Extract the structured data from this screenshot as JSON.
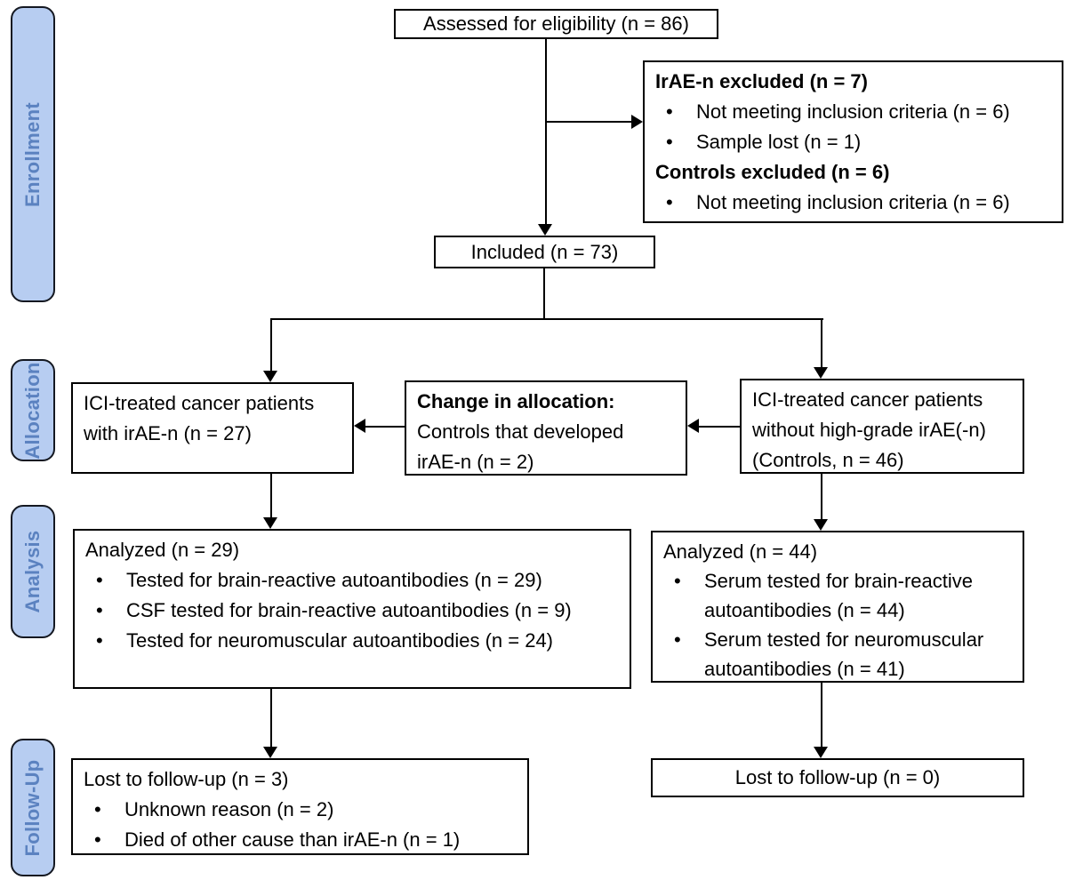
{
  "colors": {
    "background": "#ffffff",
    "sidebar_fill": "#b7cdf1",
    "sidebar_border": "#141821",
    "sidebar_text": "#5b82c0",
    "box_border": "#000000",
    "line": "#000000"
  },
  "sidebar": {
    "labels": {
      "enrollment": "Enrollment",
      "allocation": "Allocation",
      "analysis": "Analysis",
      "followup": "Follow-Up"
    }
  },
  "boxes": {
    "assessed": {
      "text": "Assessed for eligibility (n = 86)"
    },
    "excluded": {
      "lines": [
        {
          "style": "bold",
          "text": "IrAE-n excluded (n = 7)"
        },
        {
          "style": "bullet",
          "text": "Not meeting inclusion criteria (n = 6)"
        },
        {
          "style": "bullet",
          "text": "Sample lost (n = 1)"
        },
        {
          "style": "bold",
          "text": "Controls excluded (n = 6)"
        },
        {
          "style": "bullet",
          "text": "Not meeting inclusion criteria (n = 6)"
        }
      ]
    },
    "included": {
      "text": "Included (n = 73)"
    },
    "alloc_left": {
      "lines": [
        "ICI-treated cancer patients",
        "with irAE-n (n = 27)"
      ]
    },
    "alloc_mid": {
      "title": "Change in allocation:",
      "lines": [
        "Controls that developed",
        "irAE-n (n = 2)"
      ]
    },
    "alloc_right": {
      "lines": [
        "ICI-treated cancer patients",
        "without high-grade irAE(-n)",
        "(Controls, n = 46)"
      ]
    },
    "analysis_left": {
      "title": "Analyzed (n = 29)",
      "bullets": [
        "Tested for brain-reactive autoantibodies (n = 29)",
        "CSF tested for brain-reactive autoantibodies (n = 9)",
        "Tested for neuromuscular autoantibodies (n = 24)"
      ]
    },
    "analysis_right": {
      "title": "Analyzed (n = 44)",
      "bullets": [
        "Serum tested for brain-reactive autoantibodies (n = 44)",
        "Serum tested for neuromuscular autoantibodies (n = 41)"
      ]
    },
    "followup_left": {
      "title": "Lost to follow-up (n = 3)",
      "bullets": [
        "Unknown reason (n = 2)",
        "Died of other cause than irAE-n (n = 1)"
      ]
    },
    "followup_right": {
      "text": "Lost to follow-up (n = 0)"
    }
  }
}
